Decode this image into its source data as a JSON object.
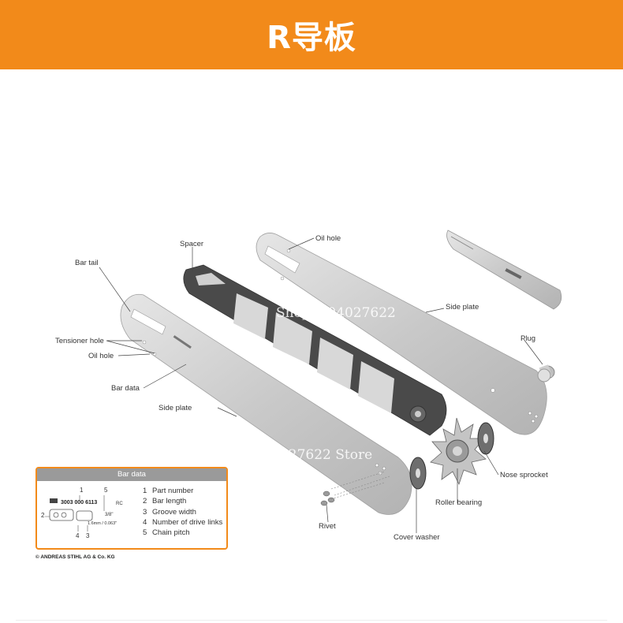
{
  "banner": {
    "title": "R导板"
  },
  "labels": {
    "spacer": "Spacer",
    "oil_hole_top": "Oil hole",
    "bar_tail": "Bar tail",
    "tensioner_hole": "Tensioner hole",
    "oil_hole": "Oil hole",
    "bar_data": "Bar data",
    "side_plate_left": "Side plate",
    "side_plate_right": "Side plate",
    "plug": "Plug",
    "nose_sprocket": "Nose sprocket",
    "roller_bearing": "Roller bearing",
    "rivet": "Rivet",
    "cover_washer": "Cover washer"
  },
  "watermarks": [
    "Shop1104027622 Store",
    "Shop1104027622",
    "Shop1104027622 Store"
  ],
  "bar_data_box": {
    "title": "Bar data",
    "legend": [
      {
        "num": "1",
        "text": "Part number"
      },
      {
        "num": "2",
        "text": "Bar length"
      },
      {
        "num": "3",
        "text": "Groove width"
      },
      {
        "num": "4",
        "text": "Number of drive links"
      },
      {
        "num": "5",
        "text": "Chain pitch"
      }
    ],
    "mini": {
      "part_number": "3003 000 6113",
      "n1": "1",
      "n2": "2",
      "n3": "3",
      "n4": "4",
      "n5": "5",
      "pitch": "3/8\"",
      "rc": "RC",
      "groove": "1.6mm / 0.063\""
    }
  },
  "copyright": "© ANDREAS STIHL AG & Co. KG",
  "colors": {
    "accent": "#f28a1a",
    "plate": "#c8c8c8",
    "spacer": "#4a4a4a"
  }
}
